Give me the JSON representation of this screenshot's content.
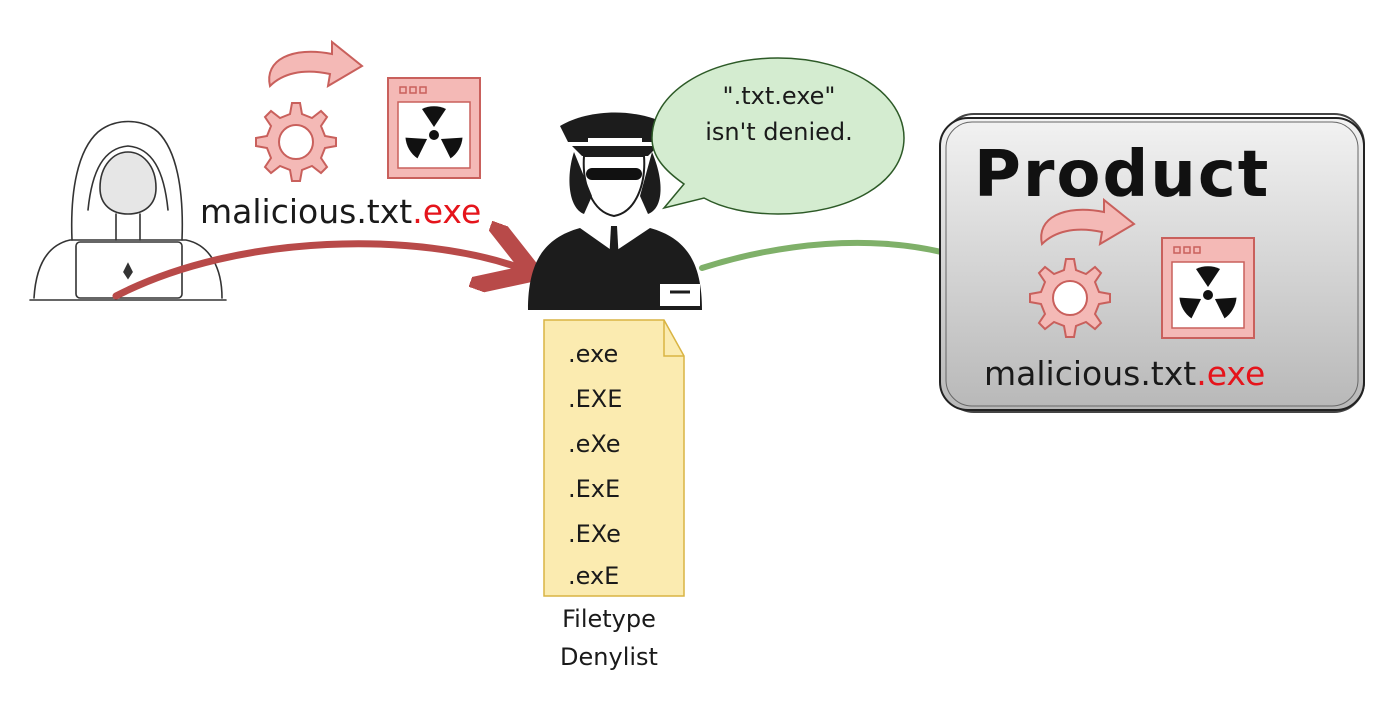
{
  "attacker": {
    "file_stem": "malicious.txt",
    "file_ext": ".exe"
  },
  "guard": {
    "speech_line1": "\".txt.exe\"",
    "speech_line2": "isn't denied."
  },
  "denylist": {
    "items": [
      ".exe",
      ".EXE",
      ".eXe",
      ".ExE",
      ".EXe",
      ".exE"
    ],
    "caption_line1": "Filetype",
    "caption_line2": "Denylist"
  },
  "product": {
    "title": "Product",
    "file_stem": "malicious.txt",
    "file_ext": ".exe"
  },
  "colors": {
    "attack_arrow": "#b84a49",
    "pass_arrow": "#7fb069",
    "gear": "#f4b9b6",
    "gear_stroke": "#c9605c",
    "speech_fill": "#d4ecd0",
    "note_fill": "#fbebb0",
    "exe_highlight": "#e5141b"
  },
  "icons": [
    "hacker-icon",
    "gear-icon",
    "malware-window-icon",
    "guard-icon",
    "document-icon",
    "radiation-icon"
  ]
}
